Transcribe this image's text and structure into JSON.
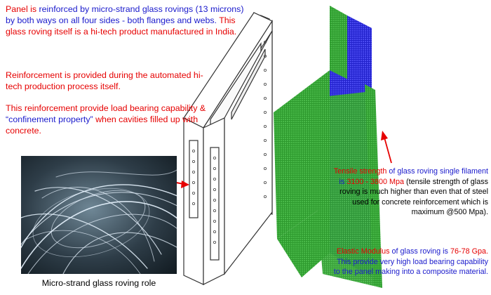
{
  "colors": {
    "red": "#e60000",
    "blue": "#1a1acc",
    "mesh_green": "#2e9a2e",
    "mesh_blue": "#2a2ad8"
  },
  "text": {
    "p1": {
      "a": "Panel is ",
      "b": "reinforced by micro-strand glass rovings (13 microns) by both ways on all four sides - both flanges and webs.",
      "c": " This glass roving itself is a hi-tech product manufactured in India."
    },
    "p2": "Reinforcement is provided during the automated hi-tech production process itself.",
    "p3": {
      "a": "This reinforcement provide load bearing capability & ",
      "b": "“confinement property”",
      "c": " when cavities filled up with concrete."
    },
    "p4": {
      "a": "Tensile strength",
      "b": " of glass roving single filament is ",
      "c": "3100 - 3800 Mpa",
      "d": " (tensile strength of glass roving is much higher than even that of steel used for concrete reinforcement which is maximum @500 Mpa)."
    },
    "p5": {
      "a": "Elastic Modulus",
      "b": " of glass roving is ",
      "c": "76-78 Gpa.",
      "d": " This provide very high load bearing capability to the panel making into a composite material."
    },
    "caption": "Micro-strand glass roving role"
  }
}
